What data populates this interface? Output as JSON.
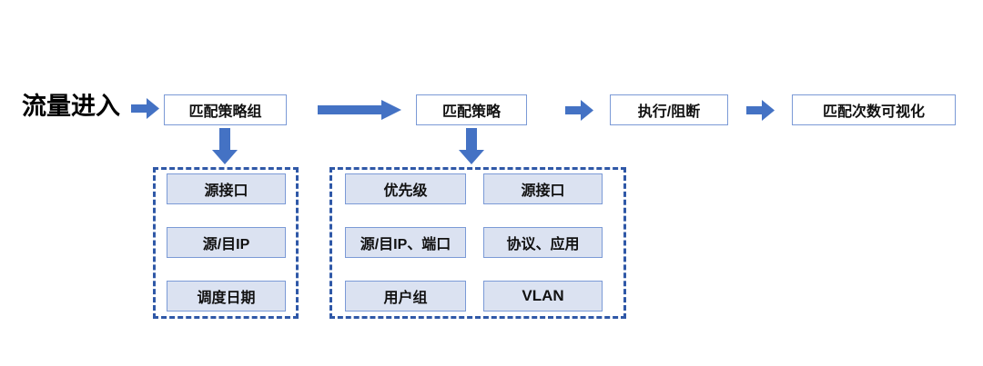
{
  "diagram": {
    "entry_label": "流量进入",
    "colors": {
      "arrow_blue": "#4472c4",
      "box_border_blue": "#7b9ad6",
      "dashed_blue": "#2f58a7",
      "chip_fill": "#dbe2f1",
      "text": "#111111",
      "background": "#ffffff"
    },
    "flow_boxes": [
      {
        "label": "匹配策略组"
      },
      {
        "label": "匹配策略"
      },
      {
        "label": "执行/阻断"
      },
      {
        "label": "匹配次数可视化"
      }
    ],
    "arrows": [
      {
        "name": "entry-arrow",
        "direction": "right"
      },
      {
        "name": "policy-group-to-policy-arrow",
        "direction": "right"
      },
      {
        "name": "policy-to-action-arrow",
        "direction": "right"
      },
      {
        "name": "action-to-visualize-arrow",
        "direction": "right"
      },
      {
        "name": "policy-group-down-arrow",
        "direction": "down"
      },
      {
        "name": "policy-down-arrow",
        "direction": "down"
      }
    ],
    "groups": [
      {
        "name": "policy-group-attributes",
        "columns": [
          {
            "items": [
              "源接口",
              "源/目IP",
              "调度日期"
            ]
          }
        ]
      },
      {
        "name": "policy-attributes",
        "columns": [
          {
            "items": [
              "优先级",
              "源/目IP、端口",
              "用户组"
            ]
          },
          {
            "items": [
              "源接口",
              "协议、应用",
              "VLAN"
            ]
          }
        ]
      }
    ]
  }
}
